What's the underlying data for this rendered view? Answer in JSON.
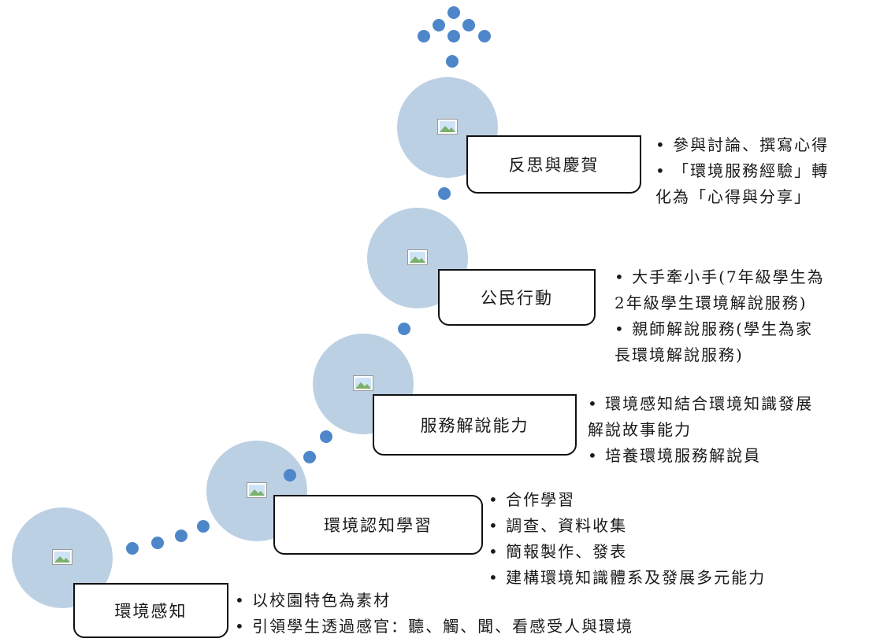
{
  "stages": [
    {
      "title": "環境感知",
      "bullets": [
        "• 以校園特色為素材",
        "• 引領學生透過感官：聽、觸、聞、看感受人與環境"
      ]
    },
    {
      "title": "環境認知學習",
      "bullets": [
        "• 合作學習",
        "• 調查、資料收集",
        "• 簡報製作、發表",
        "• 建構環境知識體系及發展多元能力"
      ]
    },
    {
      "title": "服務解說能力",
      "bullets": [
        "• 環境感知結合環境知識發展",
        "解說故事能力",
        "• 培養環境服務解說員"
      ]
    },
    {
      "title": "公民行動",
      "bullets": [
        "• 大手牽小手(7年級學生為",
        "2年級學生環境解說服務)",
        "• 親師解說服務(學生為家",
        "長環境解說服務)"
      ]
    },
    {
      "title": "反思與慶賀",
      "bullets": [
        "• 參與討論、撰寫心得",
        "• 「環境服務經驗」轉",
        "化為「心得與分享」"
      ]
    }
  ],
  "colors": {
    "circle": "#bcd0e4",
    "dot": "#4e87c9",
    "border": "#111111"
  },
  "icons": {
    "stage_image": "image-placeholder-icon"
  }
}
